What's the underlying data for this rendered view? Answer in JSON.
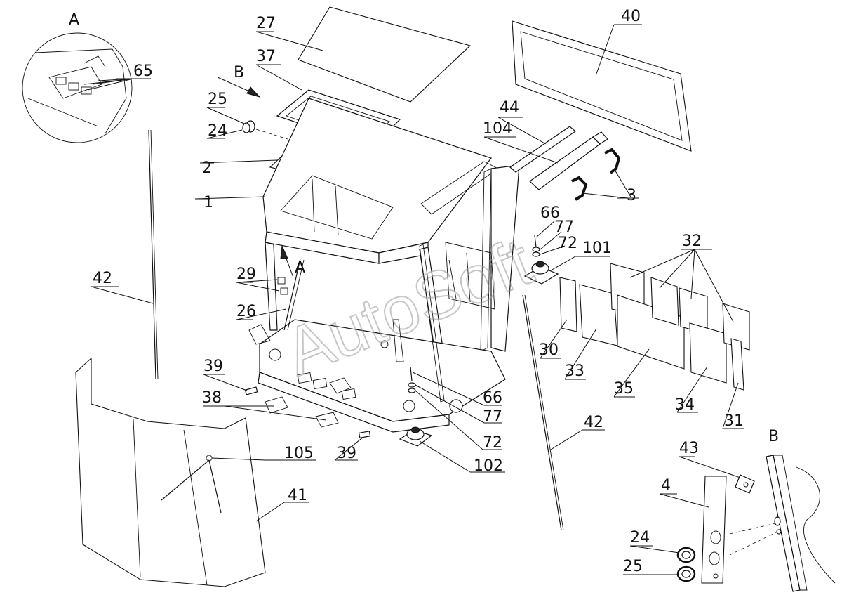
{
  "diagram": {
    "watermark": "AutoSoft",
    "view_letters": [
      "A",
      "B",
      "A",
      "B"
    ],
    "callouts": {
      "c1": "1",
      "c2": "2",
      "c3": "3",
      "c4": "4",
      "c24a": "24",
      "c24b": "24",
      "c25a": "25",
      "c25b": "25",
      "c26": "26",
      "c27": "27",
      "c29": "29",
      "c30": "30",
      "c31": "31",
      "c32": "32",
      "c33": "33",
      "c34": "34",
      "c35": "35",
      "c37": "37",
      "c38": "38",
      "c39a": "39",
      "c39b": "39",
      "c40": "40",
      "c41": "41",
      "c42a": "42",
      "c42b": "42",
      "c43": "43",
      "c44": "44",
      "c65": "65",
      "c66a": "66",
      "c66b": "66",
      "c72a": "72",
      "c72b": "72",
      "c77a": "77",
      "c77b": "77",
      "c101": "101",
      "c102": "102",
      "c104": "104",
      "c105": "105"
    }
  }
}
